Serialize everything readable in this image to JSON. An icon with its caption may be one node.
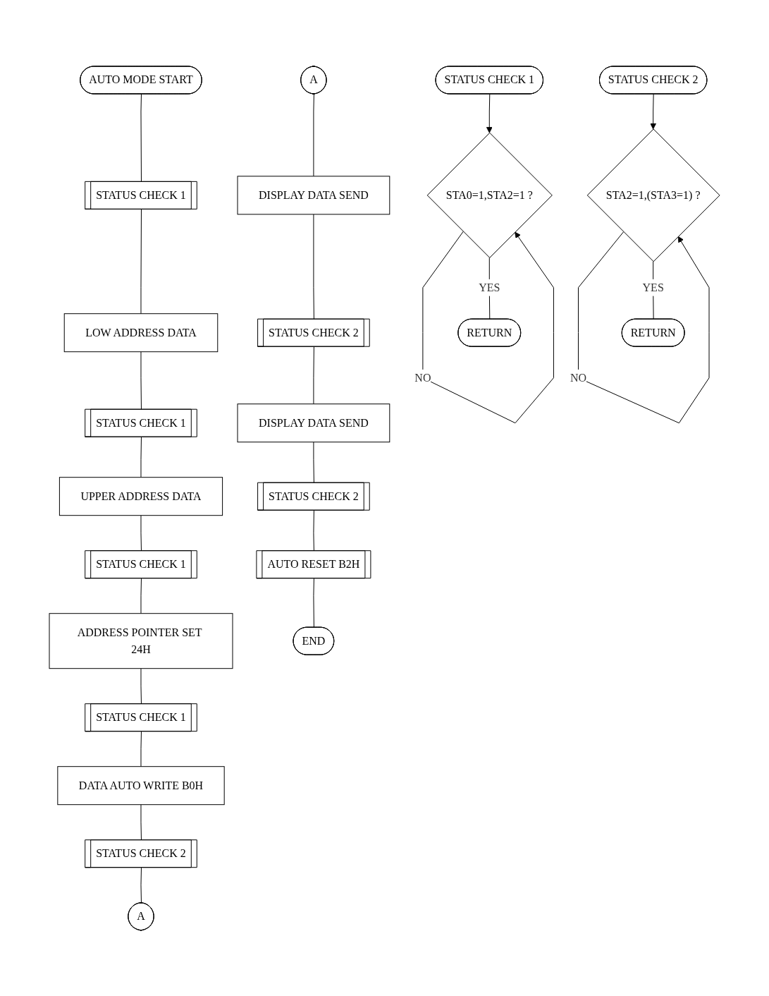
{
  "diagram": {
    "nodes": [
      {
        "text": [
          "AUTO MODE START"
        ]
      },
      {
        "text": [
          "STATUS CHECK 1"
        ]
      },
      {
        "text": [
          "LOW ADDRESS DATA"
        ]
      },
      {
        "text": [
          "STATUS CHECK 1"
        ]
      },
      {
        "text": [
          "UPPER ADDRESS DATA"
        ]
      },
      {
        "text": [
          "STATUS CHECK 1"
        ]
      },
      {
        "text": [
          "ADDRESS POINTER SET 24H"
        ]
      },
      {
        "text": [
          "STATUS CHECK 1"
        ]
      },
      {
        "text": [
          "DATA AUTO WRITE B0H"
        ]
      },
      {
        "text": [
          "STATUS CHECK 2"
        ]
      },
      {
        "text": [
          "A"
        ]
      },
      {
        "text": [
          "A"
        ]
      },
      {
        "text": [
          "DISPLAY DATA SEND"
        ]
      },
      {
        "text": [
          "STATUS CHECK 2"
        ]
      },
      {
        "text": [
          "DISPLAY DATA SEND"
        ]
      },
      {
        "text": [
          "STATUS CHECK 2"
        ]
      },
      {
        "text": [
          "AUTO RESET B2H"
        ]
      },
      {
        "text": [
          "END"
        ]
      },
      {
        "text": [
          "STATUS CHECK 1"
        ]
      },
      {
        "text": [
          "STA0=1,STA2=1 ?"
        ]
      },
      {
        "text": [
          "RETURN"
        ]
      },
      {
        "text": [
          "STATUS CHECK 2"
        ]
      },
      {
        "text": [
          "STA2=1,(STA3=1) ?"
        ]
      },
      {
        "text": [
          "RETURN"
        ]
      }
    ],
    "edges": [
      {
        "from": 0,
        "to": 1,
        "arrow": "none"
      },
      {
        "from": 1,
        "to": 2,
        "arrow": "none"
      },
      {
        "from": 2,
        "to": 3,
        "arrow": "none"
      },
      {
        "from": 3,
        "to": 4,
        "arrow": "none"
      },
      {
        "from": 4,
        "to": 5,
        "arrow": "none"
      },
      {
        "from": 5,
        "to": 6,
        "arrow": "none"
      },
      {
        "from": 6,
        "to": 7,
        "arrow": "none"
      },
      {
        "from": 7,
        "to": 8,
        "arrow": "none"
      },
      {
        "from": 8,
        "to": 9,
        "arrow": "none"
      },
      {
        "from": 9,
        "to": 10,
        "arrow": "none"
      },
      {
        "from": 11,
        "to": 12,
        "arrow": "none"
      },
      {
        "from": 12,
        "to": 13,
        "arrow": "none"
      },
      {
        "from": 13,
        "to": 14,
        "arrow": "none"
      },
      {
        "from": 14,
        "to": 15,
        "arrow": "none"
      },
      {
        "from": 15,
        "to": 16,
        "arrow": "none"
      },
      {
        "from": 16,
        "to": 17,
        "arrow": "none"
      },
      {
        "from": 18,
        "to": 19,
        "arrow": "to"
      },
      {
        "from": 19,
        "to": 19,
        "arrow": "to",
        "label": "NO"
      },
      {
        "from": 19,
        "to": 20,
        "arrow": "none",
        "label": "YES"
      },
      {
        "from": 21,
        "to": 22,
        "arrow": "to"
      },
      {
        "from": 22,
        "to": 22,
        "arrow": "to",
        "label": "NO"
      },
      {
        "from": 22,
        "to": 23,
        "arrow": "none",
        "label": "YES"
      }
    ]
  }
}
